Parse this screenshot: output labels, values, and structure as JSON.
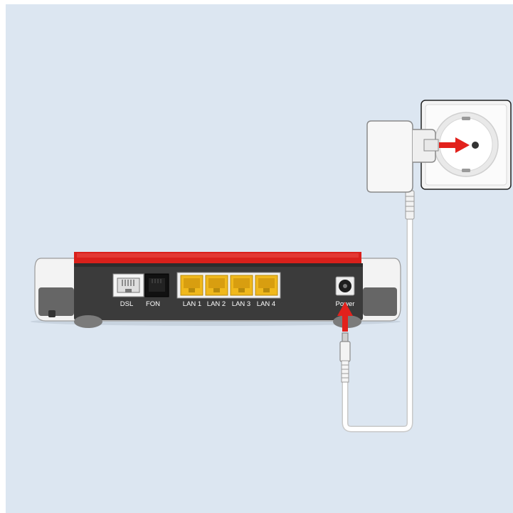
{
  "router": {
    "ports": {
      "dsl": "DSL",
      "fon": "FON",
      "lan1": "LAN 1",
      "lan2": "LAN 2",
      "lan3": "LAN 3",
      "lan4": "LAN 4",
      "power": "Power"
    }
  },
  "colors": {
    "background": "#dce6f1",
    "router_accent": "#d9201b",
    "router_body": "#3b3b3b",
    "lan_port": "#f0b81c",
    "arrow": "#e2211c",
    "cable": "#ffffff"
  },
  "icons": [
    "router-device",
    "power-adapter-plug",
    "wall-socket",
    "power-cable",
    "arrow-icon"
  ]
}
